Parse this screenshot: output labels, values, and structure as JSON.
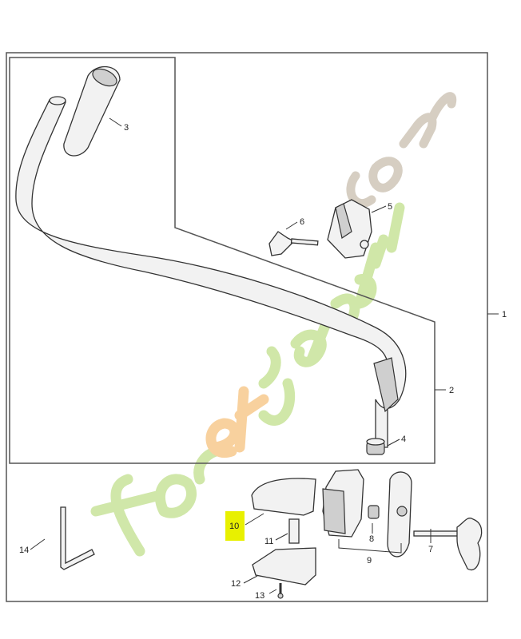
{
  "diagram": {
    "callouts": {
      "p1": "1",
      "p2": "2",
      "p3": "3",
      "p4": "4",
      "p5": "5",
      "p6": "6",
      "p7": "7",
      "p8": "8",
      "p9": "9",
      "p10": "10",
      "p11": "11",
      "p12": "12",
      "p13": "13",
      "p14": "14"
    },
    "highlighted_callout": "10",
    "highlight_color": "#e8f000",
    "watermark": {
      "text_green": "foretjardin",
      "text_gray": ".com",
      "colors": {
        "green": "#c8e39a",
        "orange": "#f7c98e",
        "gray": "#cfc6b8"
      }
    }
  }
}
